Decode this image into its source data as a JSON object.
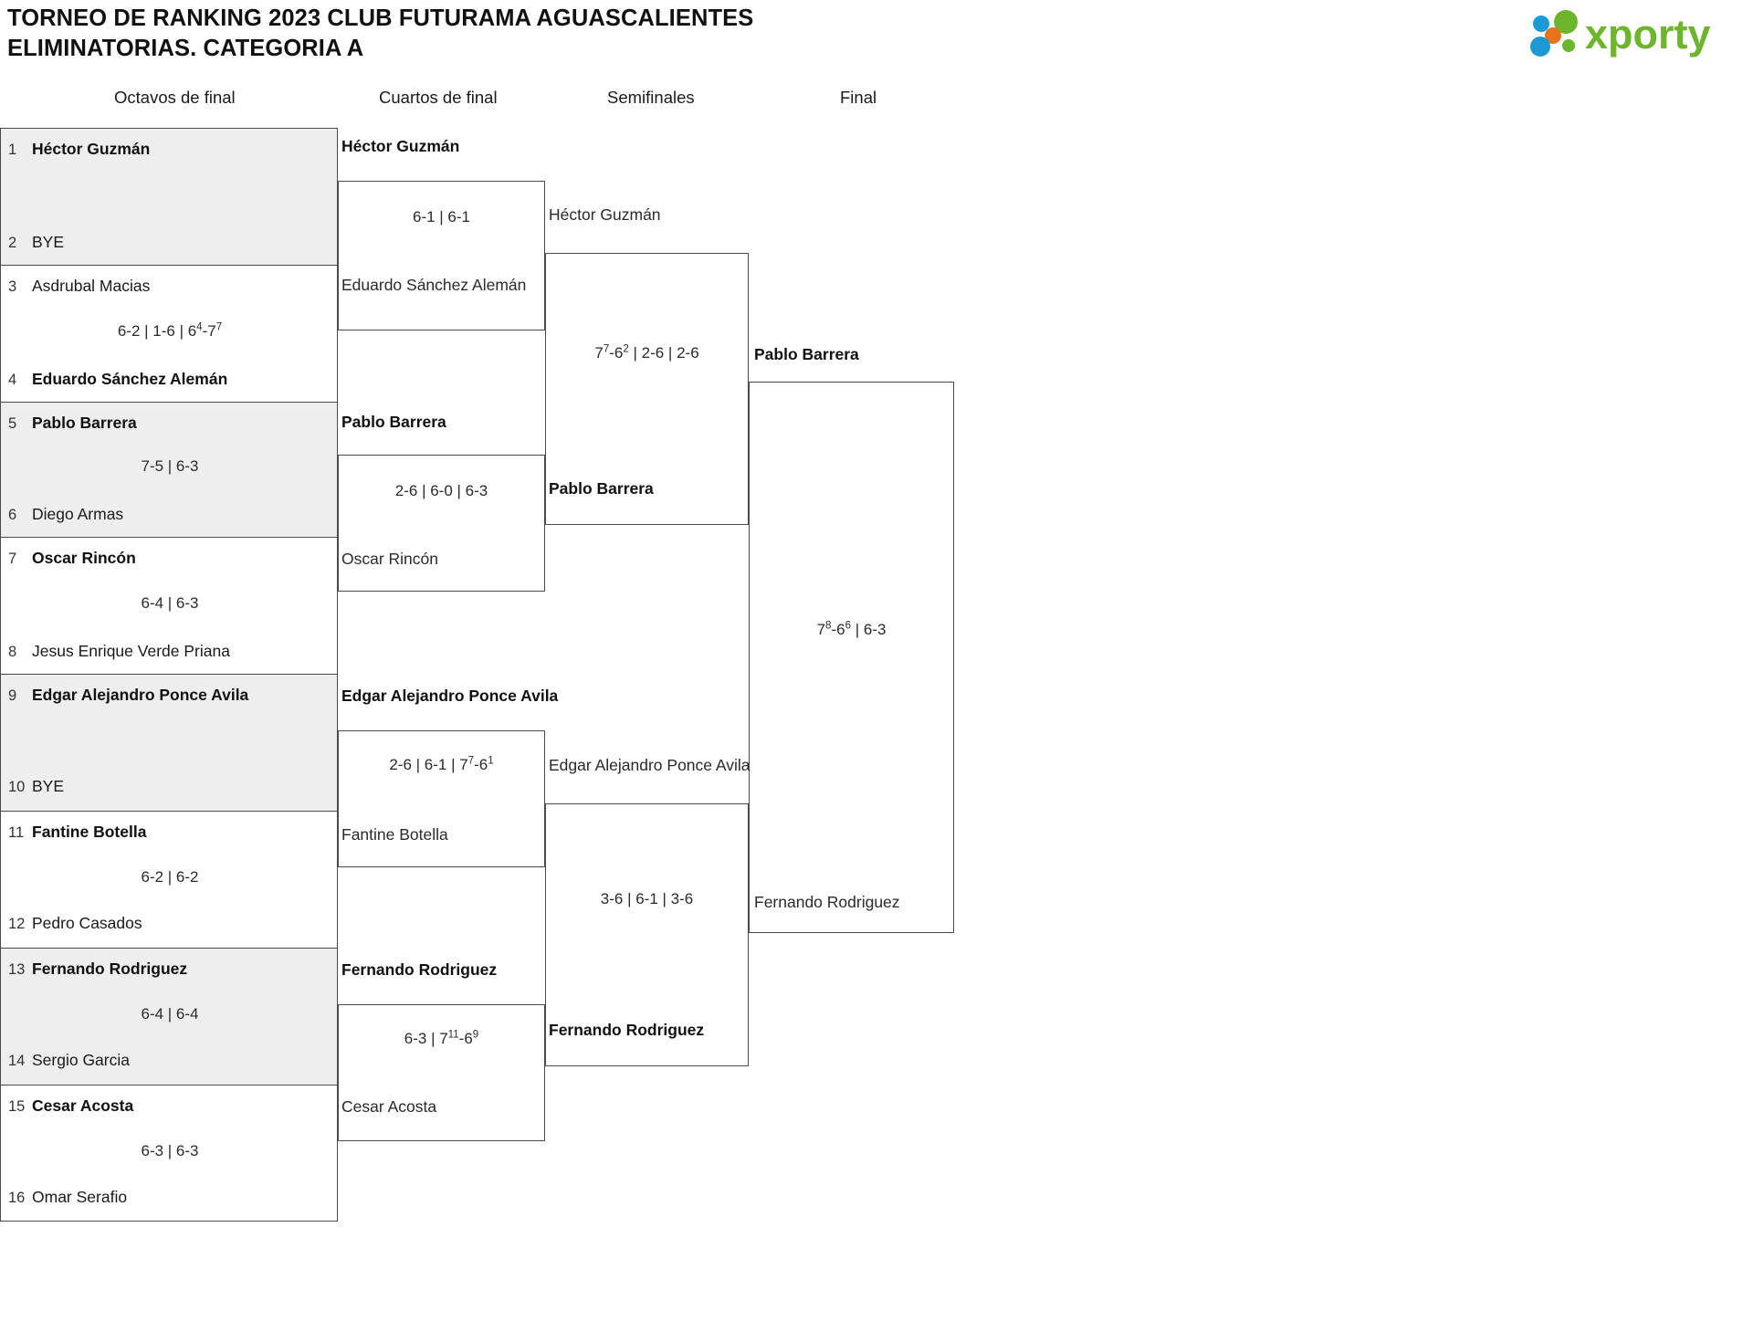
{
  "header": {
    "title_line1": "TORNEO DE RANKING 2023 CLUB FUTURAMA AGUASCALIENTES",
    "title_line2": "ELIMINATORIAS. CATEGORIA A",
    "logo_text": "xporty",
    "logo_colors": {
      "green": "#6cb52d",
      "orange": "#e8731a",
      "blue": "#1b9ad6"
    }
  },
  "rounds": [
    {
      "key": "r16",
      "label": "Octavos de final"
    },
    {
      "key": "qf",
      "label": "Cuartos de final"
    },
    {
      "key": "sf",
      "label": "Semifinales"
    },
    {
      "key": "f",
      "label": "Final"
    }
  ],
  "round1": {
    "matches": [
      {
        "p1": {
          "seed": "1",
          "name": "Héctor Guzmán",
          "winner": true
        },
        "p2": {
          "seed": "2",
          "name": "BYE",
          "winner": false
        },
        "score": ""
      },
      {
        "p1": {
          "seed": "3",
          "name": "Asdrubal Macias",
          "winner": false
        },
        "p2": {
          "seed": "4",
          "name": "Eduardo Sánchez Alemán",
          "winner": true
        },
        "score": "6-2 | 1-6 | 6<sup>4</sup>-7<sup>7</sup>"
      },
      {
        "p1": {
          "seed": "5",
          "name": "Pablo Barrera",
          "winner": true
        },
        "p2": {
          "seed": "6",
          "name": "Diego Armas",
          "winner": false
        },
        "score": "7-5 | 6-3"
      },
      {
        "p1": {
          "seed": "7",
          "name": "Oscar Rincón",
          "winner": true
        },
        "p2": {
          "seed": "8",
          "name": "Jesus Enrique Verde Priana",
          "winner": false
        },
        "score": "6-4 | 6-3"
      },
      {
        "p1": {
          "seed": "9",
          "name": "Edgar Alejandro Ponce Avila",
          "winner": true
        },
        "p2": {
          "seed": "10",
          "name": "BYE",
          "winner": false
        },
        "score": ""
      },
      {
        "p1": {
          "seed": "11",
          "name": "Fantine Botella",
          "winner": true
        },
        "p2": {
          "seed": "12",
          "name": "Pedro Casados",
          "winner": false
        },
        "score": "6-2 | 6-2"
      },
      {
        "p1": {
          "seed": "13",
          "name": "Fernando Rodriguez",
          "winner": true
        },
        "p2": {
          "seed": "14",
          "name": "Sergio Garcia",
          "winner": false
        },
        "score": "6-4 | 6-4"
      },
      {
        "p1": {
          "seed": "15",
          "name": "Cesar Acosta",
          "winner": true
        },
        "p2": {
          "seed": "16",
          "name": "Omar Serafio",
          "winner": false
        },
        "score": "6-3 | 6-3"
      }
    ]
  },
  "quarterfinals": {
    "matches": [
      {
        "p1": {
          "name": "Héctor Guzmán",
          "winner": true
        },
        "p2": {
          "name": "Eduardo Sánchez Alemán",
          "winner": false
        },
        "score": "6-1 | 6-1"
      },
      {
        "p1": {
          "name": "Pablo Barrera",
          "winner": true
        },
        "p2": {
          "name": "Oscar Rincón",
          "winner": false
        },
        "score": "2-6 | 6-0 | 6-3"
      },
      {
        "p1": {
          "name": "Edgar Alejandro Ponce Avila",
          "winner": true
        },
        "p2": {
          "name": "Fantine Botella",
          "winner": false
        },
        "score": "2-6 | 6-1 | 7<sup>7</sup>-6<sup>1</sup>"
      },
      {
        "p1": {
          "name": "Fernando Rodriguez",
          "winner": true
        },
        "p2": {
          "name": "Cesar Acosta",
          "winner": false
        },
        "score": "6-3 | 7<sup>11</sup>-6<sup>9</sup>"
      }
    ]
  },
  "semifinals": {
    "matches": [
      {
        "p1": {
          "name": "Héctor Guzmán",
          "winner": false
        },
        "p2": {
          "name": "Pablo Barrera",
          "winner": true
        },
        "score": "7<sup>7</sup>-6<sup>2</sup> | 2-6 | 2-6"
      },
      {
        "p1": {
          "name": "Edgar Alejandro Ponce Avila",
          "winner": false
        },
        "p2": {
          "name": "Fernando Rodriguez",
          "winner": true
        },
        "score": "3-6 | 6-1 | 3-6"
      }
    ]
  },
  "final": {
    "matches": [
      {
        "p1": {
          "name": "Pablo Barrera",
          "winner": true
        },
        "p2": {
          "name": "Fernando Rodriguez",
          "winner": false
        },
        "score": "7<sup>8</sup>-6<sup>6</sup> | 6-3"
      }
    ]
  }
}
